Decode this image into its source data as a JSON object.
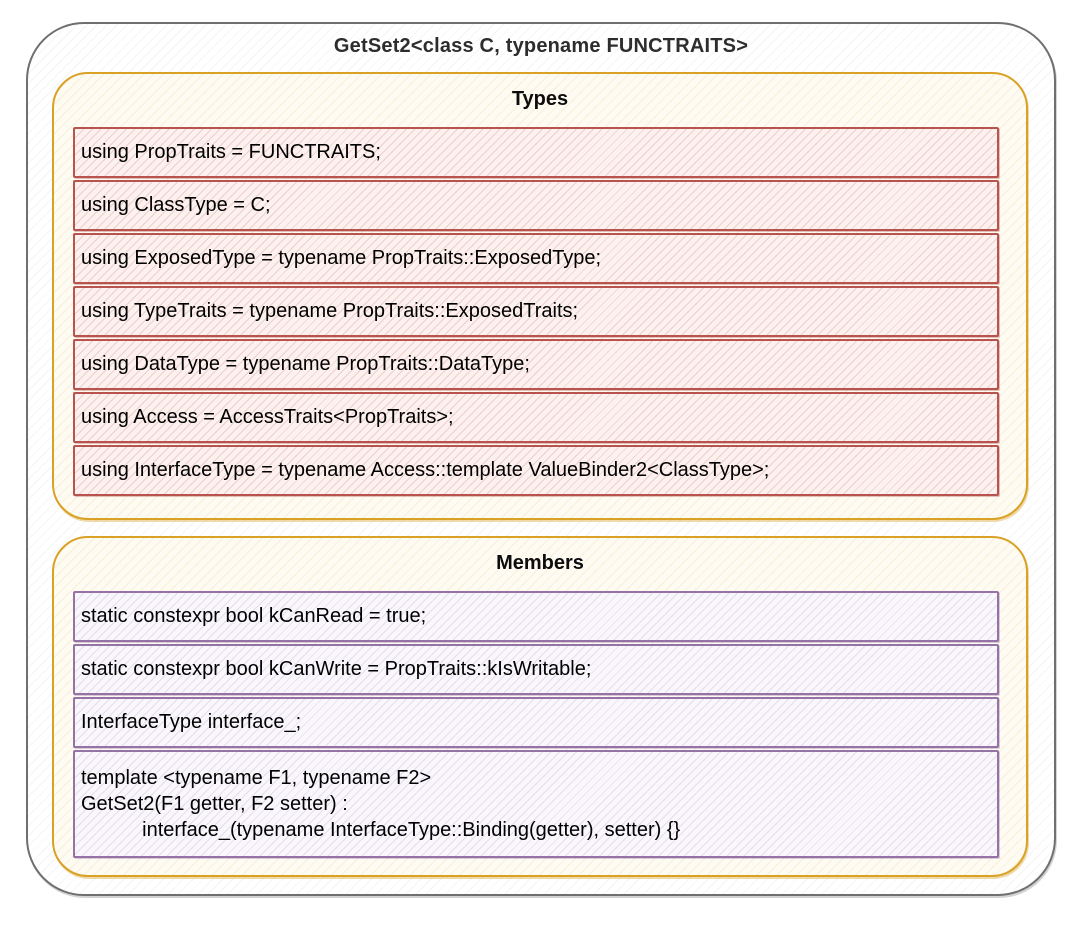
{
  "palette": {
    "outer_border": "#6f6f6f",
    "section_border": "#d9a227",
    "types_row_border": "#b85450",
    "types_row_fill": "#fcf1ee",
    "members_row_border": "#9673a6",
    "members_row_fill": "#faf7fc",
    "section_fill": "#fefbf2",
    "title_color": "#2d2d2d",
    "text_color": "#000000"
  },
  "diagram": {
    "title": "GetSet2<class C, typename FUNCTRAITS>"
  },
  "types": {
    "label": "Types",
    "rows": [
      {
        "text": "using PropTraits = FUNCTRAITS;"
      },
      {
        "text": "using ClassType = C;"
      },
      {
        "text": "using ExposedType = typename PropTraits::ExposedType;"
      },
      {
        "text": "using TypeTraits = typename PropTraits::ExposedTraits;"
      },
      {
        "text": "using DataType = typename PropTraits::DataType;"
      },
      {
        "text": "using Access = AccessTraits<PropTraits>;"
      },
      {
        "text": "using InterfaceType = typename Access::template ValueBinder2<ClassType>;"
      }
    ]
  },
  "members": {
    "label": "Members",
    "rows": [
      {
        "text": "static constexpr bool kCanRead = true;"
      },
      {
        "text": "static constexpr bool kCanWrite = PropTraits::kIsWritable;"
      },
      {
        "text": "InterfaceType interface_;"
      },
      {
        "lines": [
          "template <typename F1, typename F2>",
          "GetSet2(F1 getter, F2 setter) :",
          "           interface_(typename InterfaceType::Binding(getter), setter) {}"
        ]
      }
    ]
  }
}
